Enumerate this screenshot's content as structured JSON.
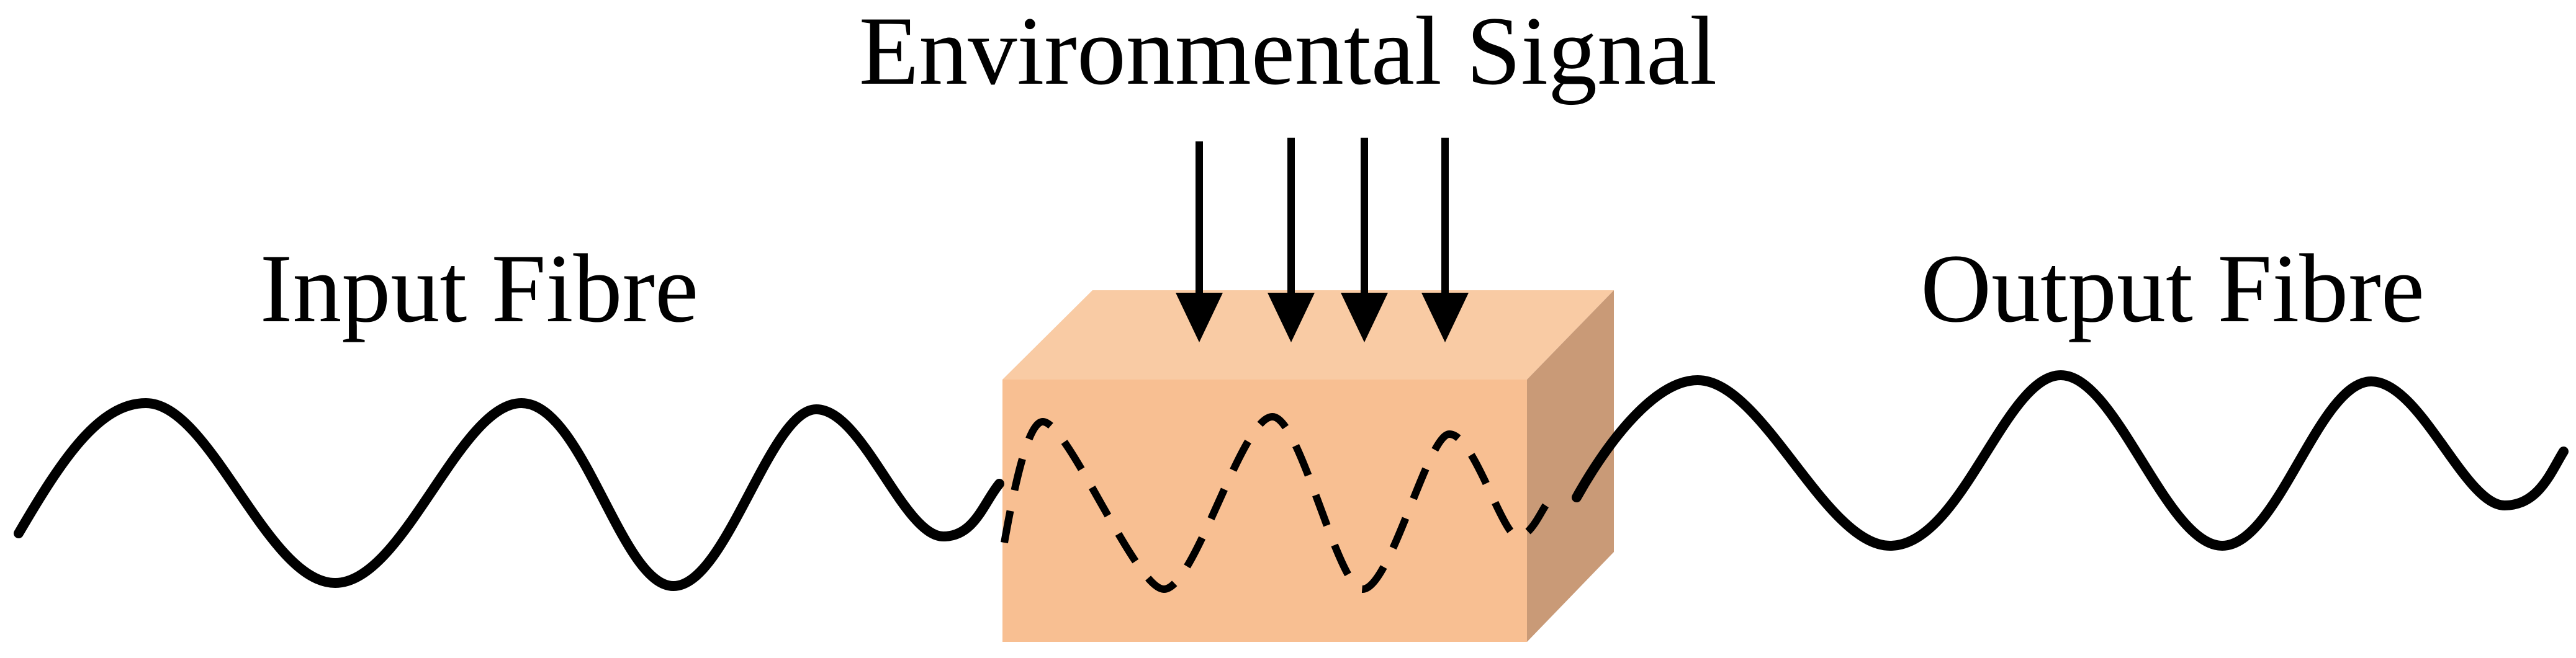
{
  "labels": {
    "signal": "Environmental Signal",
    "input": "Input Fibre",
    "output": "Output Fibre"
  },
  "colors": {
    "block_front": "#F8BF92",
    "block_top": "#F9CBA4",
    "block_side": "#C99A77",
    "stroke": "#000000"
  }
}
